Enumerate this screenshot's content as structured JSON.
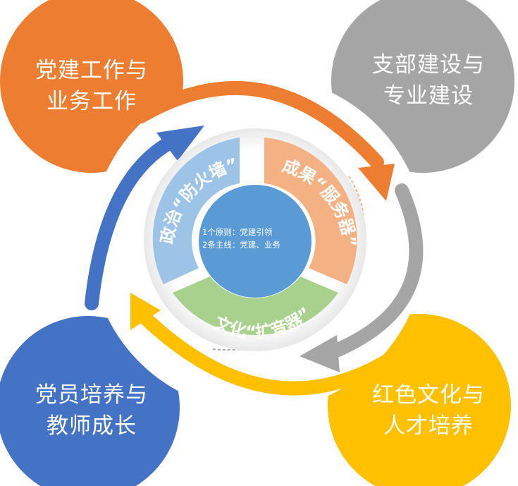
{
  "quadrants": [
    {
      "id": "top-left",
      "label": "党建工作与\n业务工作",
      "color": "#ED7D31"
    },
    {
      "id": "top-right",
      "label": "支部建设与\n专业建设",
      "color": "#A5A5A5"
    },
    {
      "id": "bottom-right",
      "label": "红色文化与\n人才培养",
      "color": "#FFC000"
    },
    {
      "id": "bottom-left",
      "label": "党员培养与\n教师成长",
      "color": "#4472C4"
    }
  ],
  "segments": [
    {
      "id": "firewall",
      "label": "政治“防火墙”",
      "color": "#9DC3E6"
    },
    {
      "id": "server",
      "label": "成果“服务器”",
      "color": "#F4B183"
    },
    {
      "id": "amplifier",
      "label": "文化“扩音器”",
      "color": "#A9D18E"
    }
  ],
  "center": {
    "line1": "1个原则：党建引领",
    "line2": "2条主线：党建、业务",
    "color": "#5B9BD5"
  }
}
